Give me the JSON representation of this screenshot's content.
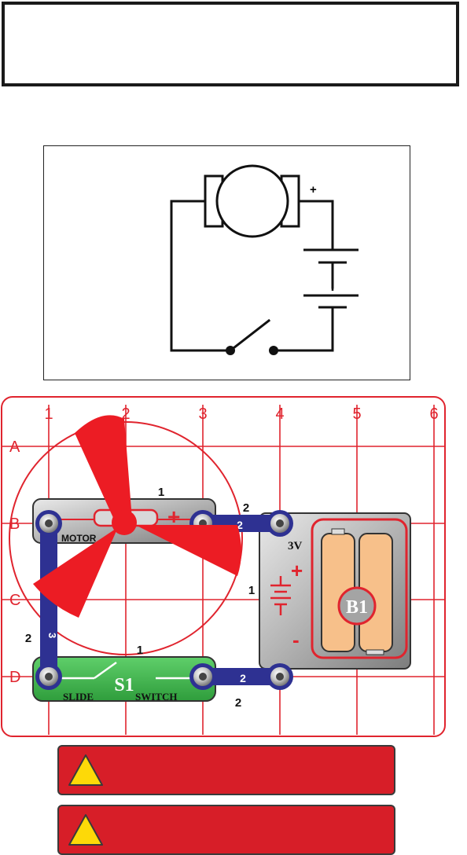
{
  "title_box": {
    "text": ""
  },
  "schematic": {
    "plus_sign": "+"
  },
  "grid": {
    "columns": [
      "1",
      "2",
      "3",
      "4",
      "5",
      "6"
    ],
    "rows": [
      "A",
      "B",
      "C",
      "D"
    ]
  },
  "parts": {
    "motor_label": "MOTOR",
    "motor_plus": "+",
    "battery_voltage": "3V",
    "battery_plus": "+",
    "battery_minus": "-",
    "battery_id": "B1",
    "switch_id": "S1",
    "switch_label_left": "SLIDE",
    "switch_label_right": "SWITCH",
    "wire_top_right": "2",
    "wire_bottom_right": "2",
    "wire_left": "3",
    "level_motor": "1",
    "level_top_wire": "2",
    "level_battery": "1",
    "level_left_wire": "2",
    "level_switch": "1",
    "level_bottom_wire": "2"
  },
  "warnings": [
    {
      "text": ""
    },
    {
      "text": ""
    }
  ],
  "colors": {
    "grid_red": "#e0242e",
    "fan_red": "#ec1c24",
    "snap_blue": "#2e3192",
    "switch_green": "#3db54a",
    "battery_orange": "#f7c08a",
    "warning_red": "#d71e28",
    "warning_yellow": "#fdd908"
  }
}
